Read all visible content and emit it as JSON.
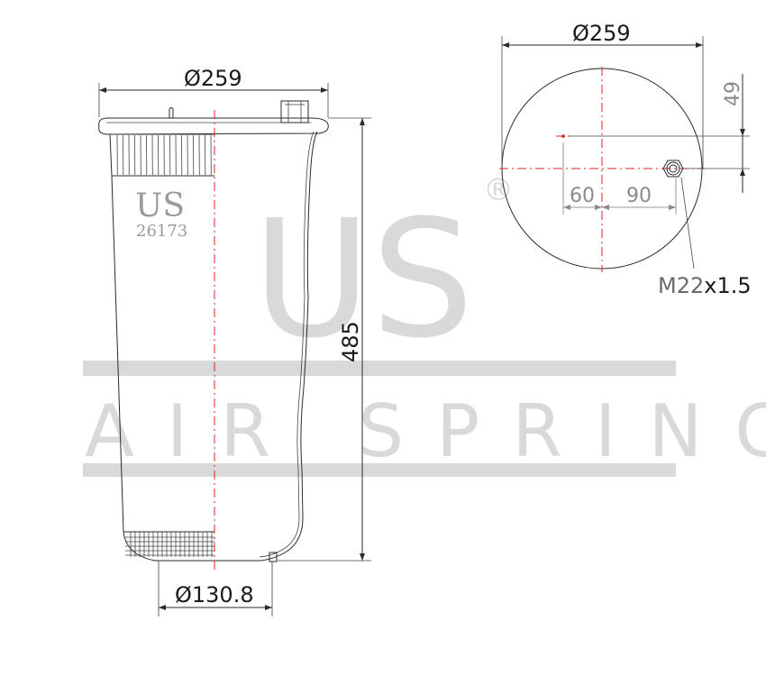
{
  "watermark": {
    "logo": "US",
    "registered": "®",
    "brand": "AIR SPRING"
  },
  "side_view": {
    "label_brand": "US",
    "label_part": "26173",
    "top_diameter": "Ø259",
    "bottom_diameter": "Ø130.8",
    "height": "485"
  },
  "top_view": {
    "diameter": "Ø259",
    "offset_vertical": "49",
    "offset_left": "60",
    "offset_right": "90",
    "thread_size": "M22",
    "thread_pitch": "x1.5"
  },
  "colors": {
    "centerline": "#e02020",
    "outline": "#2a2a2a",
    "watermark": "#d9d9d9"
  }
}
